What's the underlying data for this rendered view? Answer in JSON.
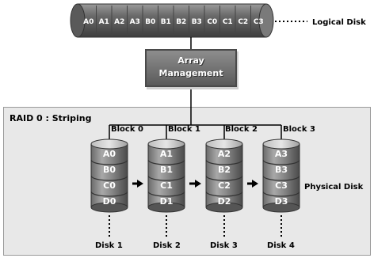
{
  "logical_disk": {
    "segments": [
      "A0",
      "A1",
      "A2",
      "A3",
      "B0",
      "B1",
      "B2",
      "B3",
      "C0",
      "C1",
      "C2",
      "C3"
    ],
    "label": "Logical Disk"
  },
  "array_management": {
    "line1": "Array",
    "line2": "Management"
  },
  "raid": {
    "title": "RAID 0 : Striping",
    "physical_label": "Physical Disk"
  },
  "disks": [
    {
      "block": "Block 0",
      "name": "Disk 1",
      "stripes": [
        "A0",
        "B0",
        "C0",
        "D0"
      ]
    },
    {
      "block": "Block 1",
      "name": "Disk 2",
      "stripes": [
        "A1",
        "B1",
        "C1",
        "D1"
      ]
    },
    {
      "block": "Block 2",
      "name": "Disk 3",
      "stripes": [
        "A2",
        "B2",
        "C2",
        "D2"
      ]
    },
    {
      "block": "Block 3",
      "name": "Disk 4",
      "stripes": [
        "A3",
        "B3",
        "C3",
        "D3"
      ]
    }
  ],
  "colors": {
    "cylinder_dark": "#555555",
    "cylinder_mid": "#8a8a8a",
    "cylinder_light": "#cfcfcf",
    "panel": "#e8e8e8",
    "line": "#000000"
  }
}
